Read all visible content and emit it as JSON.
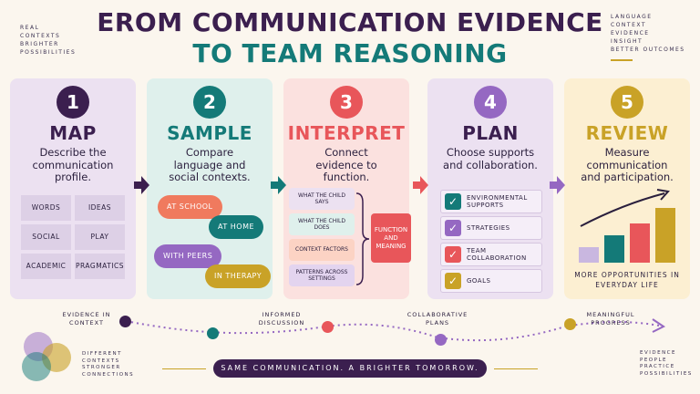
{
  "corner_top_left": [
    "REAL",
    "CONTEXTS",
    "BRIGHTER",
    "POSSIBILITIES"
  ],
  "corner_top_right": [
    "LANGUAGE",
    "CONTEXT",
    "EVIDENCE",
    "INSIGHT",
    "BETTER OUTCOMES"
  ],
  "title_line1": "EROM COMMUNICATION EVIDENCE",
  "title_line2": "TO TEAM REASONING",
  "steps": [
    {
      "number": "1",
      "heading": "MAP",
      "description": "Describe the communication profile."
    },
    {
      "number": "2",
      "heading": "SAMPLE",
      "description": "Compare language and social contexts."
    },
    {
      "number": "3",
      "heading": "INTERPRET",
      "description": "Connect evidence to function."
    },
    {
      "number": "4",
      "heading": "PLAN",
      "description": "Choose supports and collaboration."
    },
    {
      "number": "5",
      "heading": "REVIEW",
      "description": "Measure communication and participation."
    }
  ],
  "map_grid": [
    "WORDS",
    "IDEAS",
    "SOCIAL",
    "PLAY",
    "ACADEMIC",
    "PRAGMATICS"
  ],
  "sample_bubbles": [
    "AT SCHOOL",
    "AT HOME",
    "WITH PEERS",
    "IN THERAPY"
  ],
  "interpret_items": [
    "WHAT THE CHILD SAYS",
    "WHAT THE CHILD DOES",
    "CONTEXT FACTORS",
    "PATTERNS ACROSS SETTINGS"
  ],
  "interpret_result": "FUNCTION AND MEANING",
  "plan_items": [
    "ENVIRONMENTAL SUPPORTS",
    "STRATEGIES",
    "TEAM COLLABORATION",
    "GOALS"
  ],
  "review_caption": "MORE OPPORTUNITIES IN EVERYDAY LIFE",
  "review_bars": [
    0.2,
    0.35,
    0.5,
    0.7
  ],
  "timeline": [
    "EVIDENCE IN CONTEXT",
    "INFORMED DISCUSSION",
    "COLLABORATIVE PLANS",
    "MEANINGFUL PROGRESS"
  ],
  "bottom_left_text": [
    "DIFFERENT",
    "CONTEXTS",
    "STRONGER",
    "CONNECTIONS"
  ],
  "bottom_right_text": [
    "EVIDENCE",
    "PEOPLE",
    "PRACTICE",
    "POSSIBILITIES"
  ],
  "footer": "SAME COMMUNICATION. A BRIGHTER TOMORROW.",
  "colors": {
    "purple": "#3b1f4f",
    "teal": "#147a78",
    "coral": "#e8565a",
    "lavender": "#9568c2",
    "gold": "#c9a227"
  }
}
